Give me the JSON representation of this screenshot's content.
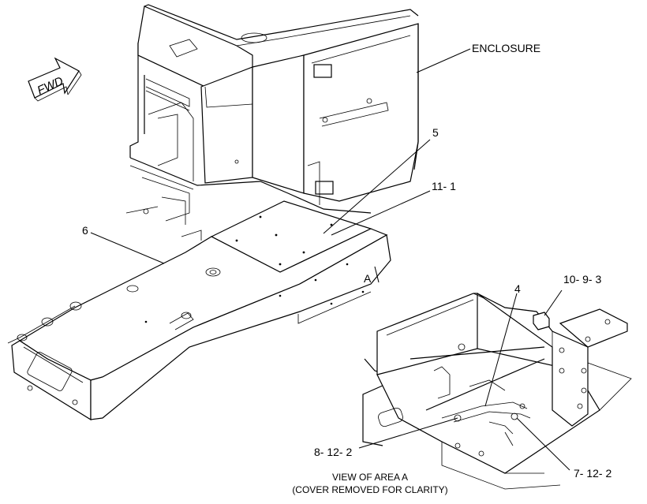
{
  "arrow": {
    "label": "FWD"
  },
  "callouts": {
    "enclosure": "ENCLOSURE",
    "c5": "5",
    "c11_1": "11- 1",
    "c6": "6",
    "area_a": "A",
    "c4": "4",
    "c10_9_3": "10- 9- 3",
    "c8_12_2": "8- 12- 2",
    "c7_12_2": "7- 12- 2"
  },
  "caption": {
    "line1": "VIEW OF AREA A",
    "line2": "(COVER REMOVED FOR CLARITY)"
  }
}
